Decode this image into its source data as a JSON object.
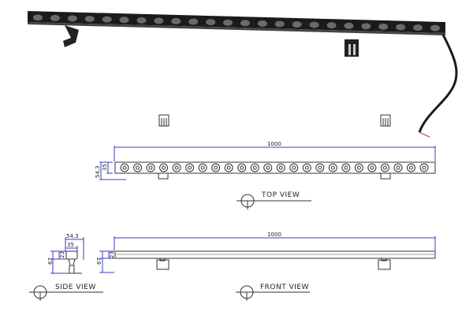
{
  "drawing": {
    "top_view": {
      "label": "TOP VIEW",
      "length": "1000",
      "width_outer": "54,3",
      "width_body": "35",
      "led_count": 24
    },
    "side_view": {
      "label": "SIDE VIEW",
      "width_outer": "54,3",
      "width_body": "35",
      "height_body": "23",
      "height_total": "67"
    },
    "front_view": {
      "label": "FRONT VIEW",
      "length": "1000",
      "height_body": "23",
      "height_total": "67"
    }
  }
}
